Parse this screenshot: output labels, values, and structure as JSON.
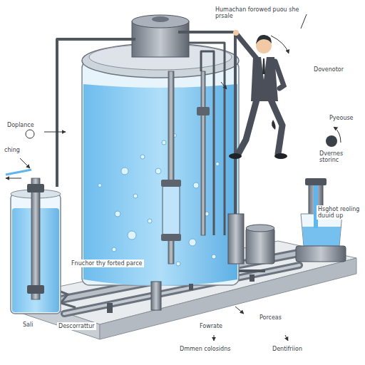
{
  "diagram": {
    "labels": [
      "Doplance",
      "ching",
      "Humachan forowed puou she prsale",
      "Dovenotor",
      "Pyeouse",
      "Dvernes storinc",
      "Hsghot reoling duuid up",
      "Fnuchor thy forted parce",
      "Descorrattur",
      "Fowrate",
      "Porceas",
      "Dmmen colosidns",
      "Dentifriion",
      "Sali"
    ]
  }
}
